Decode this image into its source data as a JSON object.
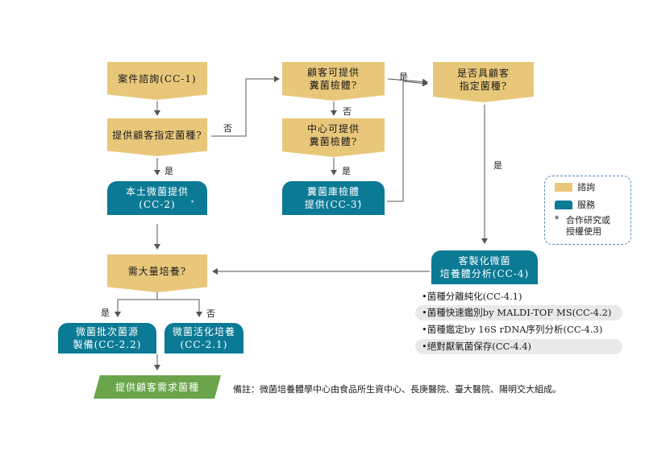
{
  "nodes": {
    "case_inquiry": "案件諮詢(CC-1)",
    "provide_customer_strain": "提供顧客指定菌種?",
    "customer_can_provide": "顧客可提供\n糞菌檢體?",
    "center_can_provide": "中心可提供\n糞菌檢體?",
    "has_customer_strain": "是否具顧客\n指定菌種?",
    "local_strain": "本土微菌提供\n(CC-2)",
    "fecal_bank": "糞菌庫檢體\n提供(CC-3)",
    "need_mass_culture": "需大量培養?",
    "custom_culture": "客製化微菌\n培養體分析(CC-4)",
    "batch_prep": "微菌批次菌源\n製備(CC-2.2)",
    "activation": "微菌活化培養\n(CC-2.1)",
    "final_output": "提供顧客需求菌種"
  },
  "edge_labels": {
    "no": "否",
    "yes": "是"
  },
  "cc4_items": [
    "菌種分離純化(CC-4.1)",
    "菌種快速鑑別by MALDI-TOF MS(CC-4.2)",
    "菌種鑑定by 16S rDNA序列分析(CC-4.3)",
    "絕對厭氧菌保存(CC-4.4)"
  ],
  "bullet": "•",
  "asterisk": "*",
  "legend": {
    "consult": "諮詢",
    "service": "服務",
    "note": "合作研究或\n授權使用",
    "consult_color": "#e8c77a",
    "service_color": "#0b7a95"
  },
  "footnote": "備註：微菌培養體學中心由食品所生資中心、長庚醫院、臺大醫院、陽明交大組成。",
  "colors": {
    "consult": "#e8c77a",
    "service": "#0b7a95",
    "final": "#6aa54b",
    "arrow": "#555555"
  }
}
